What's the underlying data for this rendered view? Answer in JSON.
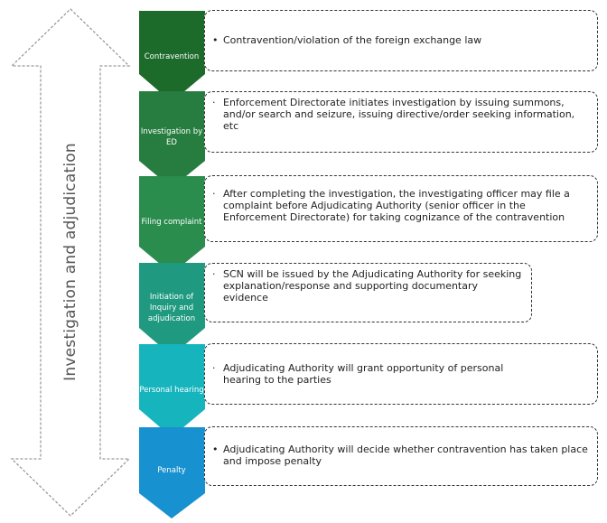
{
  "side_label": "Investigation and adjudication",
  "stages": [
    {
      "label": "Contravention",
      "color": "#1d6b2b",
      "bullet": "•",
      "text": "Contravention/violation of the foreign exchange law"
    },
    {
      "label": "Investigation by ED",
      "color": "#277d3f",
      "bullet": "·",
      "text": "Enforcement Directorate initiates investigation by issuing summons, and/or search and seizure, issuing directive/order seeking information, etc"
    },
    {
      "label": "Filing complaint",
      "color": "#2a8c4d",
      "bullet": "·",
      "text": "After completing the investigation, the investigating officer may file a complaint before Adjudicating Authority (senior officer in the Enforcement Directorate) for taking cognizance of the contravention"
    },
    {
      "label": "Initiation of Inquiry and adjudication",
      "color": "#1f9a80",
      "bullet": "·",
      "text": "SCN will be issued by the Adjudicating Authority for seeking explanation/response and supporting documentary evidence"
    },
    {
      "label": "Personal hearing",
      "color": "#16b4bd",
      "bullet": "·",
      "text": "Adjudicating Authority will grant opportunity of personal hearing to the parties"
    },
    {
      "label": "Penalty",
      "color": "#1791cf",
      "bullet": "•",
      "text": "Adjudicating Authority will decide whether contravention has taken place and impose penalty"
    }
  ]
}
